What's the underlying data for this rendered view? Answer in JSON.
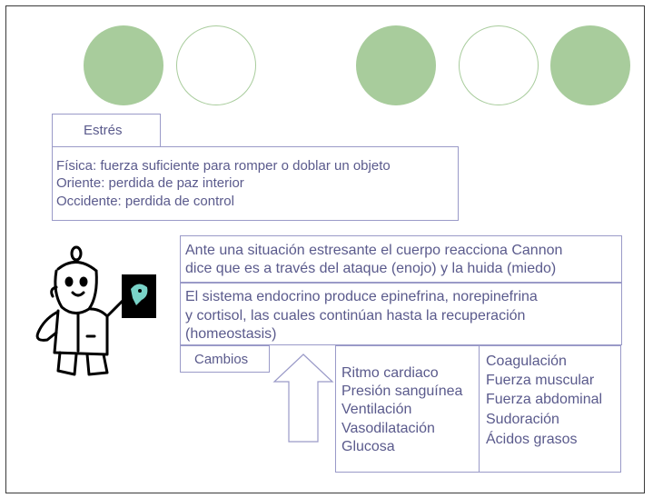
{
  "title_box": "Estrés",
  "definitions": [
    "Física: fuerza suficiente para romper o doblar un objeto",
    "Oriente: perdida de paz interior",
    "Occidente: perdida de control"
  ],
  "cannon": [
    "Ante una situación estresante el cuerpo reacciona Cannon",
    " dice que es a través del ataque (enojo)  y la huida (miedo)"
  ],
  "endocrine": [
    "El sistema endocrino produce epinefrina, norepinefrina",
    "y cortisol, las cuales continúan hasta la recuperación",
    "(homeostasis)"
  ],
  "changes_label": "Cambios",
  "changes_col1": [
    "Ritmo cardiaco",
    "Presión sanguínea",
    "Ventilación",
    "Vasodilatación",
    "Glucosa"
  ],
  "changes_col2": [
    "Coagulación",
    "Fuerza muscular",
    "Fuerza abdominal",
    "Sudoración",
    "Ácidos grasos"
  ],
  "colors": {
    "circle_fill": "#a8cc9c",
    "box_border": "#9a9ac8",
    "text": "#5a5a8c"
  },
  "icons": {
    "doctor": "doctor-holding-xray-icon",
    "arrow": "up-arrow-icon"
  }
}
